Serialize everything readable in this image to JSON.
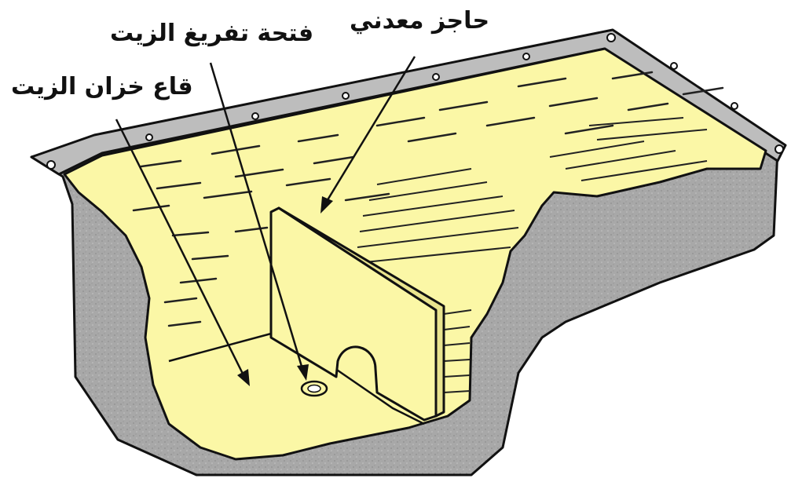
{
  "labels": {
    "baffle": "حاجز معدني",
    "drain_opening": "فتحة تفريغ الزيت",
    "pan_bottom": "قاع خزان الزيت"
  },
  "colors": {
    "interior": "#fbf7a6",
    "metal": "#aaaaaa",
    "outline": "#111111",
    "background": "#ffffff"
  }
}
